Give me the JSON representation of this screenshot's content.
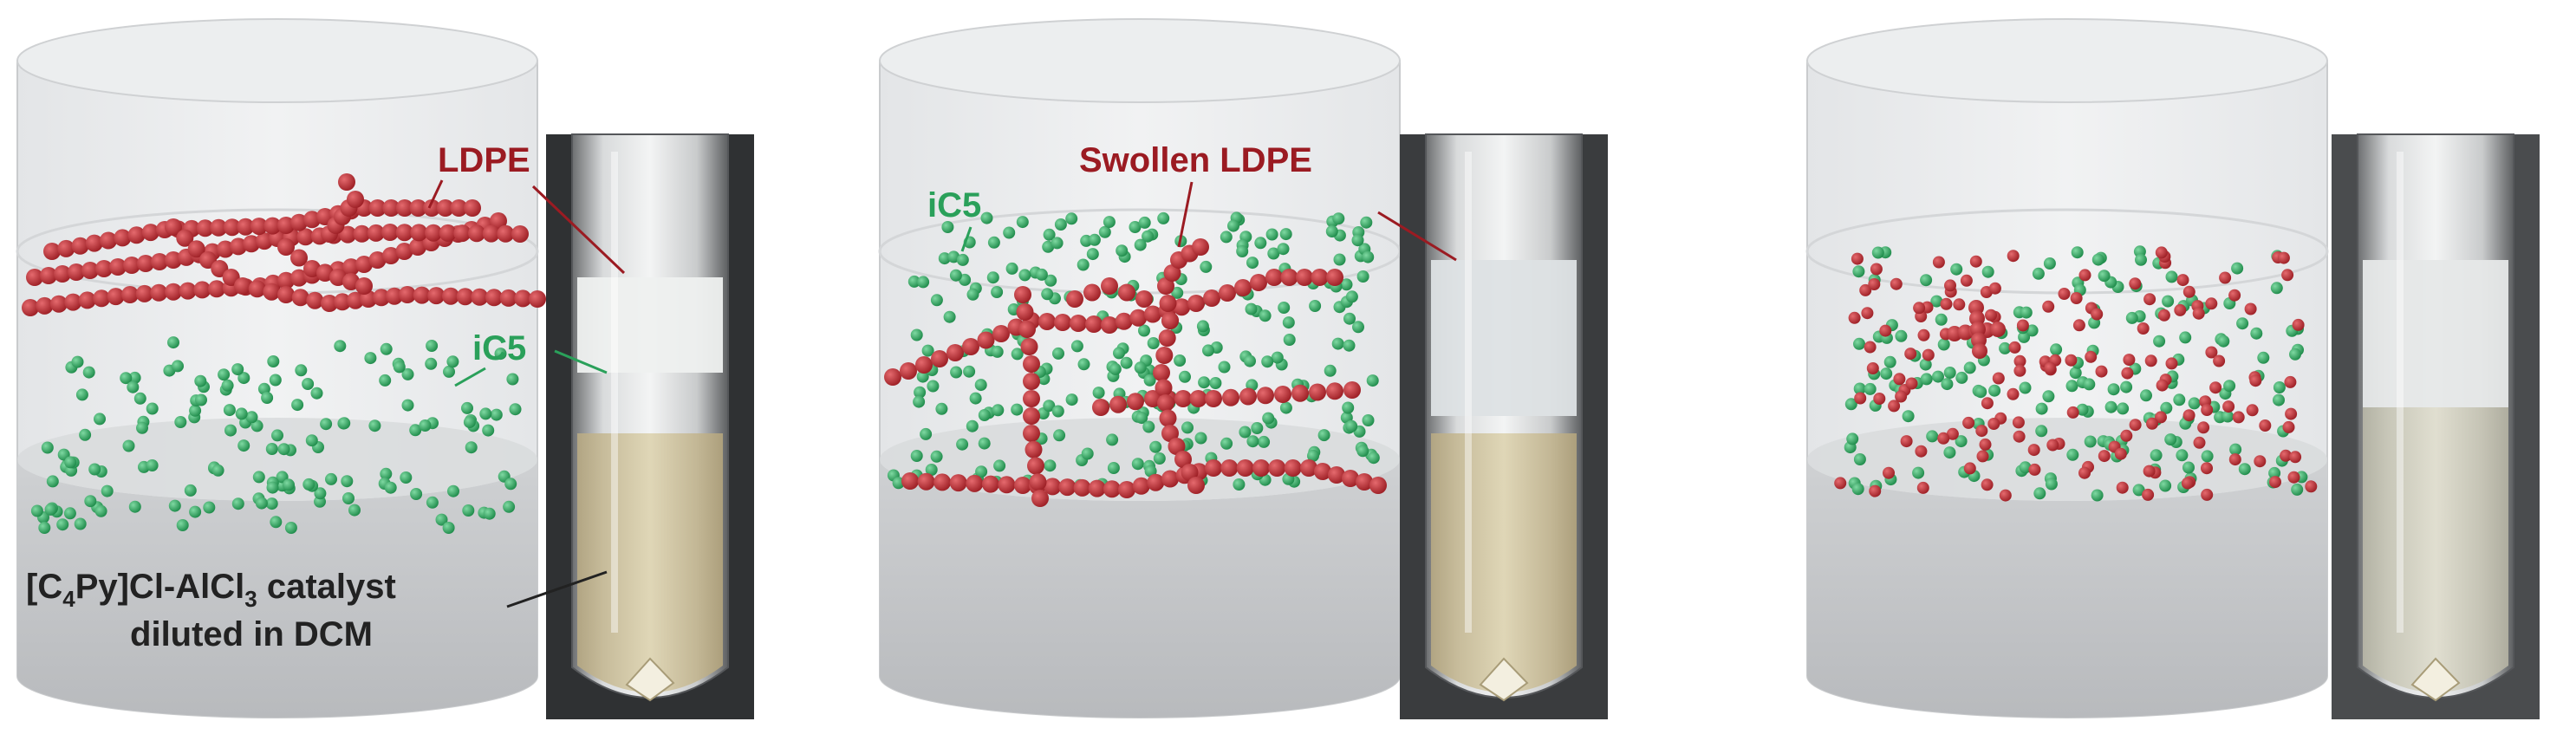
{
  "colors": {
    "polymer": "#b3262c",
    "solvent": "#2aa05a",
    "label_red": "#9b1b22",
    "label_green": "#2aa05a",
    "label_dark": "#222222"
  },
  "panels": [
    {
      "id": "panel-1",
      "labels": {
        "polymer": "LDPE",
        "solvent": "iC5",
        "catalyst_pre": "[C",
        "catalyst_sub": "4",
        "catalyst_post": "Py]Cl-AlCl",
        "catalyst_sub2": "3",
        "catalyst_tail": " catalyst",
        "catalyst_line2": "diluted in DCM"
      }
    },
    {
      "id": "panel-2",
      "labels": {
        "polymer": "Swollen LDPE",
        "solvent": "iC5"
      }
    },
    {
      "id": "panel-3",
      "labels": {}
    }
  ]
}
